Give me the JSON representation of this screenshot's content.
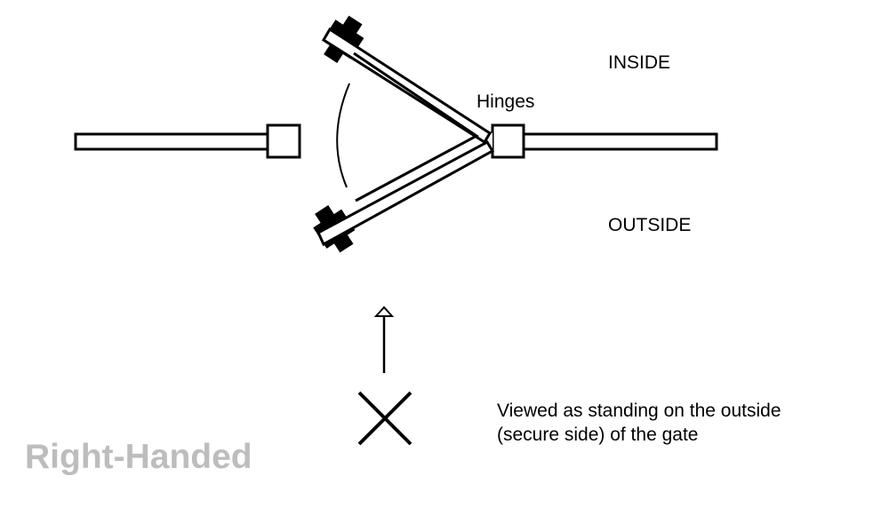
{
  "diagram": {
    "labels": {
      "inside": "INSIDE",
      "outside": "OUTSIDE",
      "hinges": "Hinges",
      "viewpoint_note_line1": "Viewed as standing on the outside",
      "viewpoint_note_line2": "(secure side) of the gate"
    },
    "title": "Right-Handed",
    "colors": {
      "stroke": "#000000",
      "fill": "#ffffff",
      "title": "#bdbdbd"
    },
    "icons": [
      "viewer-position-x-icon",
      "view-direction-arrow-icon",
      "gate-handle-icon"
    ]
  }
}
